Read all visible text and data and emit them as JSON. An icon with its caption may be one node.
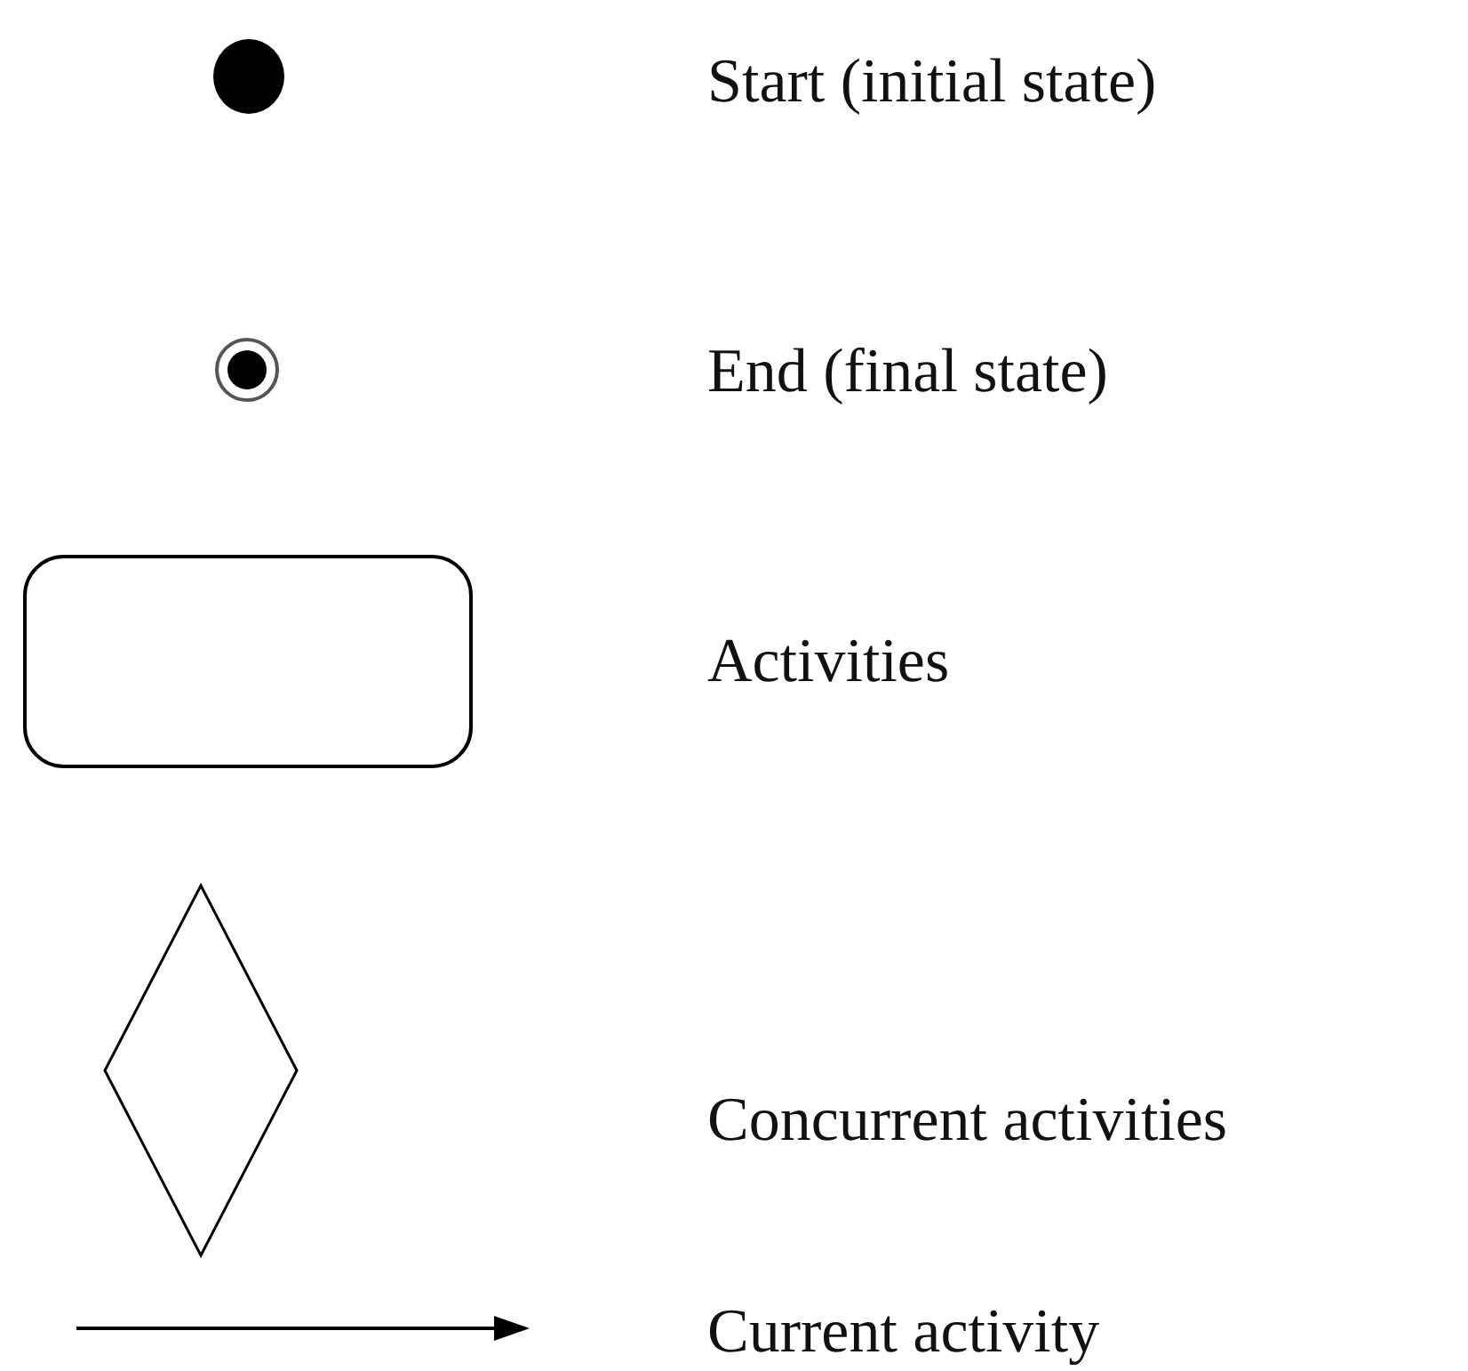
{
  "diagram": {
    "legend": [
      {
        "text": "Start (initial state)"
      },
      {
        "text": "End (final state)"
      },
      {
        "text": "Activities"
      },
      {
        "text": "Concurrent activities"
      },
      {
        "text": "Current activity"
      }
    ]
  }
}
